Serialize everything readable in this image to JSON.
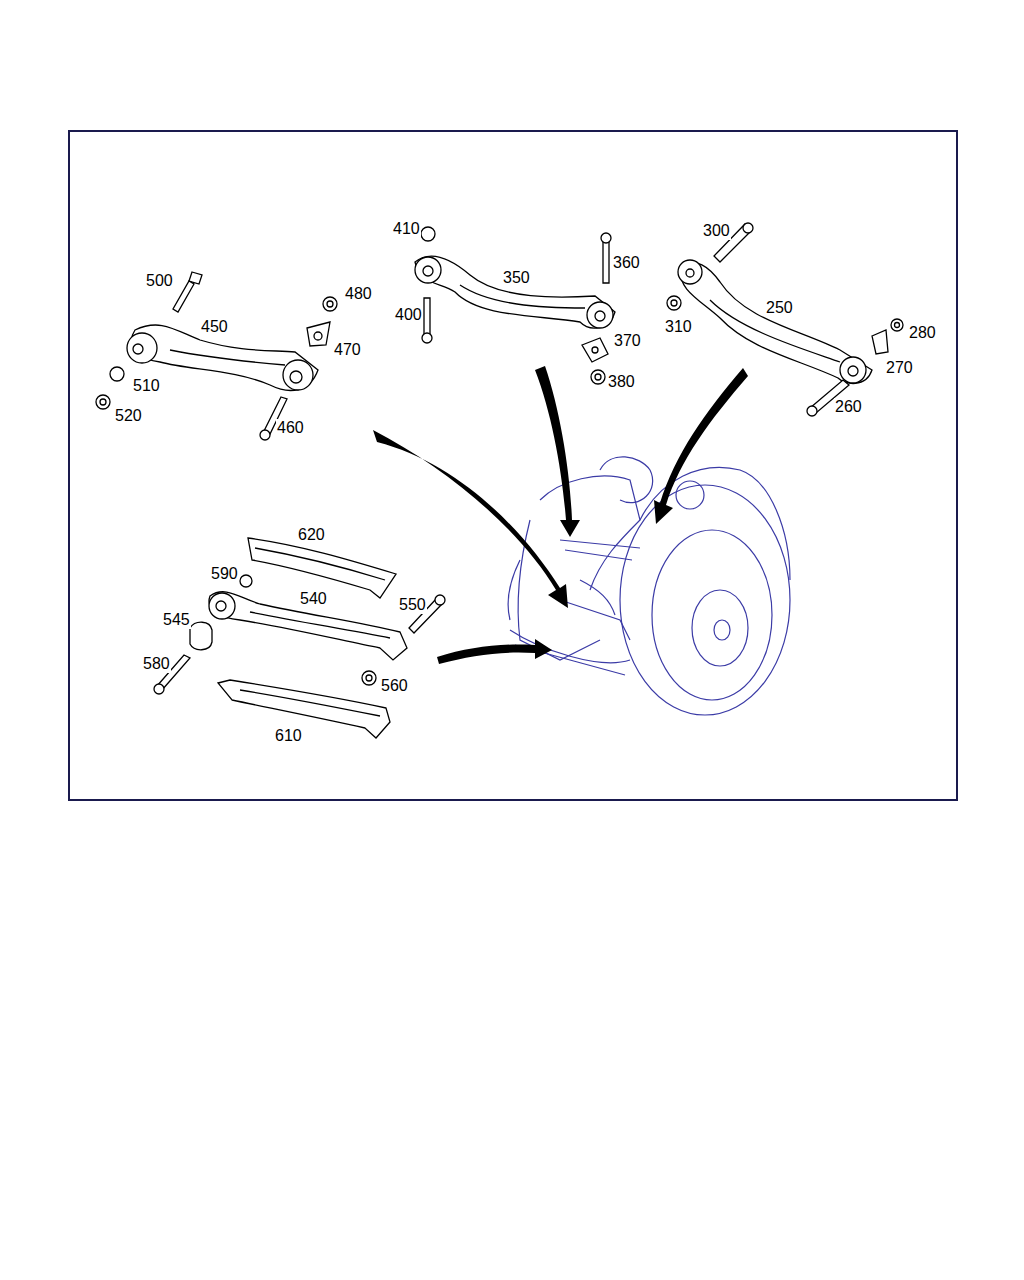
{
  "diagram": {
    "labels": [
      "410",
      "300",
      "360",
      "350",
      "250",
      "500",
      "480",
      "400",
      "450",
      "470",
      "310",
      "280",
      "370",
      "270",
      "510",
      "380",
      "520",
      "460",
      "260",
      "620",
      "590",
      "540",
      "550",
      "545",
      "580",
      "560",
      "610"
    ]
  }
}
